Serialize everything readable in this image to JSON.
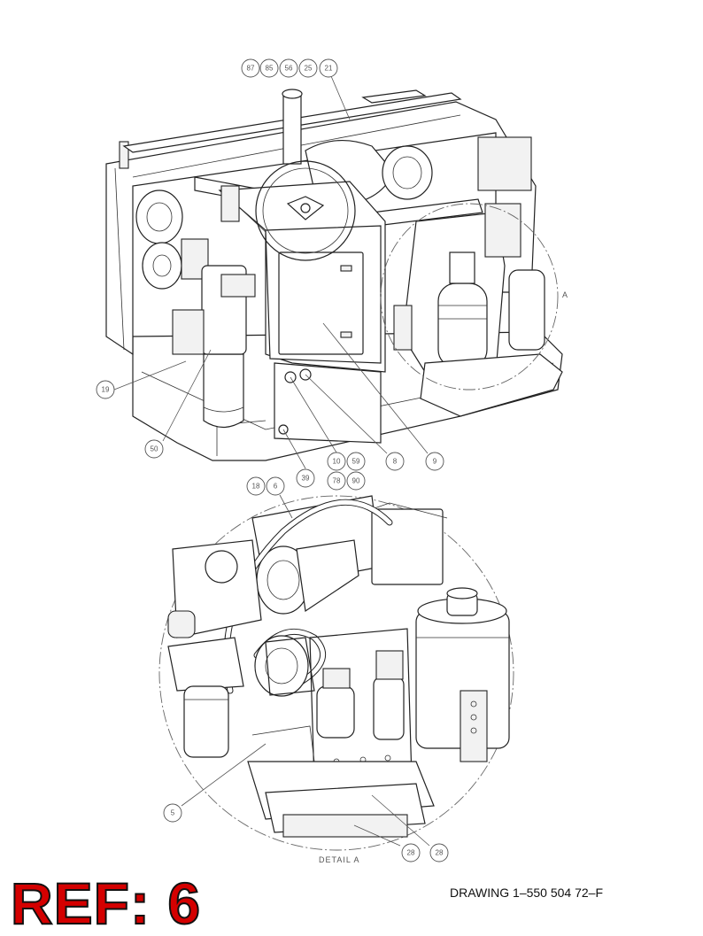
{
  "callouts_top": [
    "87",
    "85",
    "56",
    "25",
    "21",
    "19",
    "50",
    "39",
    "10",
    "59",
    "78",
    "90",
    "8",
    "9"
  ],
  "callouts_detail": [
    "18",
    "6",
    "5",
    "28",
    "28"
  ],
  "detail_marker": "A",
  "detail_caption": "DETAIL A",
  "ref_label": "REF: 6",
  "drawing_number": "DRAWING 1–550 504 72–F"
}
